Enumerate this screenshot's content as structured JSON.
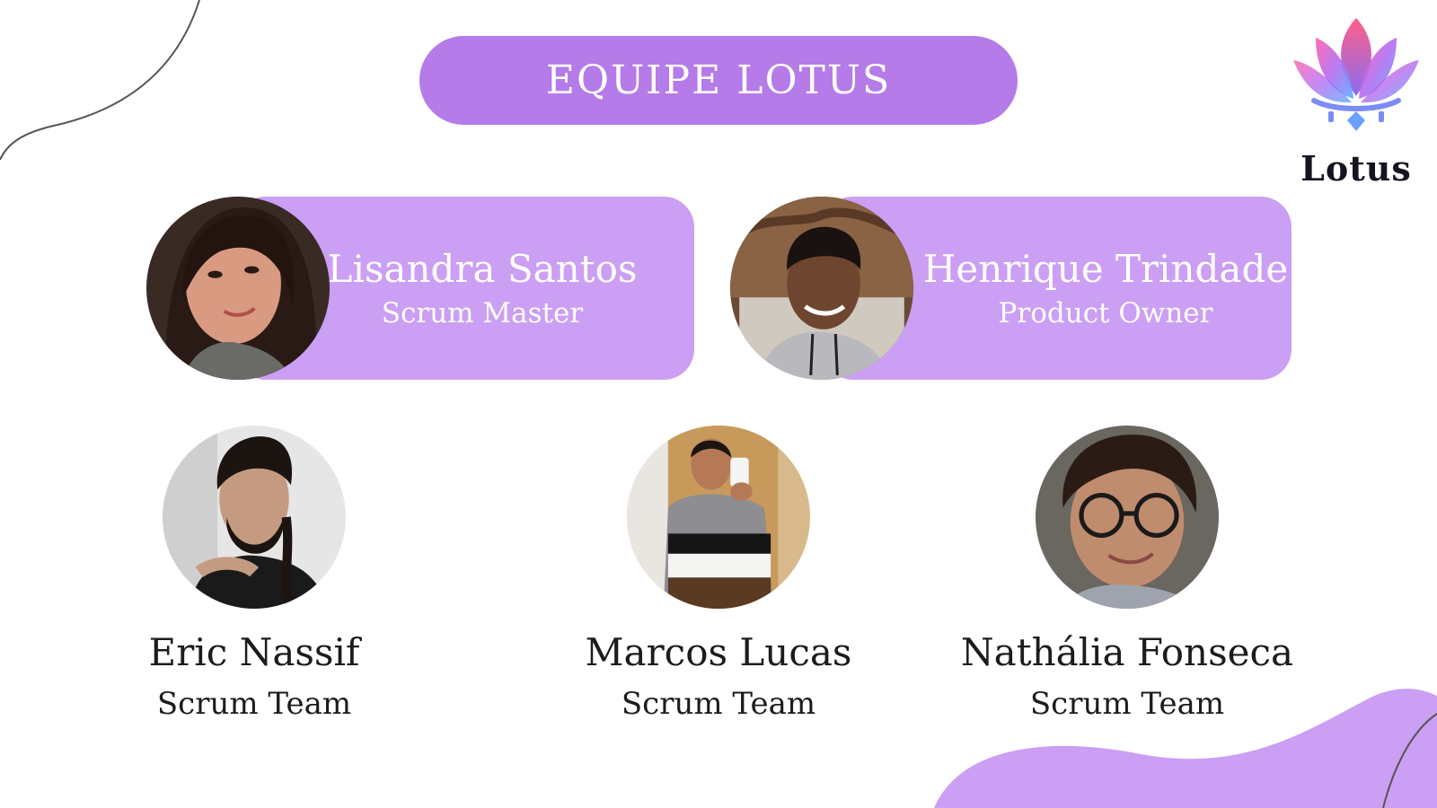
{
  "header": {
    "title": "EQUIPE LOTUS"
  },
  "logo": {
    "text": "Lotus",
    "icon": "lotus-flower-icon"
  },
  "leads": [
    {
      "name": "Lisandra Santos",
      "role": "Scrum Master"
    },
    {
      "name": "Henrique Trindade",
      "role": "Product Owner"
    }
  ],
  "members": [
    {
      "name": "Eric Nassif",
      "role": "Scrum Team"
    },
    {
      "name": "Marcos Lucas",
      "role": "Scrum Team"
    },
    {
      "name": "Nathália Fonseca",
      "role": "Scrum Team"
    }
  ],
  "colors": {
    "title_pill": "#b57be8",
    "lead_card": "#cb9ff3",
    "wave": "#cb9ff3",
    "text_dark": "#1c1c1c"
  }
}
